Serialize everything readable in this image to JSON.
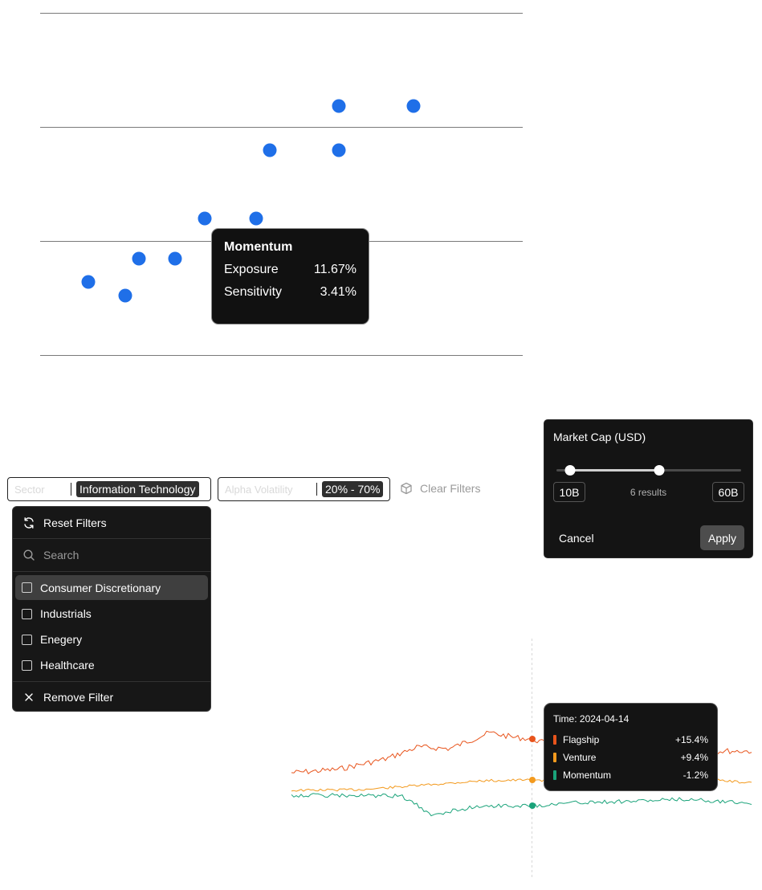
{
  "scatter": {
    "points": [
      {
        "x": 1,
        "y": 1
      },
      {
        "x": 2,
        "y": 0.6
      },
      {
        "x": 2.5,
        "y": 1.9
      },
      {
        "x": 3,
        "y": 1.9
      }
    ]
  },
  "scatter_tooltip": {
    "title": "Momentum",
    "exposure_label": "Exposure",
    "exposure_value": "11.67%",
    "sensitivity_label": "Sensitivity",
    "sensitivity_value": "3.41%"
  },
  "filters": {
    "sector_chip": {
      "field": "Sector",
      "value": "Information Technology"
    },
    "vol_chip": {
      "field": "Alpha Volatility",
      "value": "20% - 70%"
    },
    "clear_label": "Clear Filters"
  },
  "dropdown": {
    "reset_label": "Reset Filters",
    "search_placeholder": "Search",
    "options": [
      {
        "label": "Consumer Discretionary",
        "highlighted": true
      },
      {
        "label": "Industrials"
      },
      {
        "label": "Enegery"
      },
      {
        "label": "Healthcare"
      }
    ],
    "remove_label": "Remove Filter"
  },
  "market_cap": {
    "title": "Market Cap (USD)",
    "min": "10B",
    "max": "60B",
    "results": "6 results",
    "cancel_label": "Cancel",
    "apply_label": "Apply"
  },
  "line_tooltip": {
    "time": "Time: 2024-04-14",
    "series": [
      {
        "name": "Flagship",
        "value": "+15.4%",
        "color": "#e8541c"
      },
      {
        "name": "Venture",
        "value": "+9.4%",
        "color": "#f39a1e"
      },
      {
        "name": "Momentum",
        "value": "-1.2%",
        "color": "#1aa37a"
      }
    ]
  },
  "colors": {
    "dot": "#1f6fe8"
  }
}
